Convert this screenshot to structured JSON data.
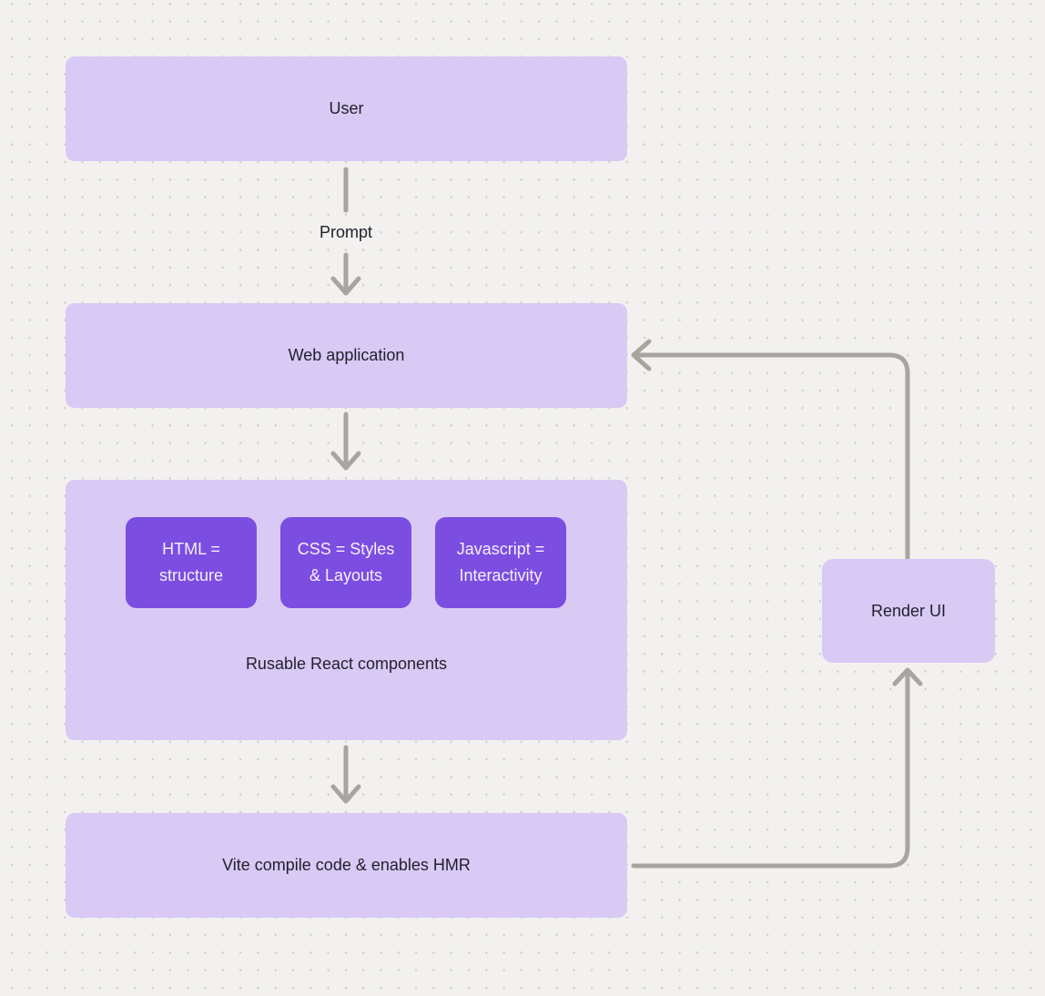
{
  "diagram": {
    "nodes": {
      "user": {
        "label": "User"
      },
      "web_application": {
        "label": "Web application"
      },
      "components_group": {
        "cards": [
          {
            "line1": "HTML =",
            "line2": "structure"
          },
          {
            "line1": "CSS = Styles",
            "line2": "& Layouts"
          },
          {
            "line1": "Javascript =",
            "line2": "Interactivity"
          }
        ],
        "caption": "Rusable React components"
      },
      "vite": {
        "label": "Vite compile code & enables HMR"
      },
      "render_ui": {
        "label": "Render UI"
      }
    },
    "edge_labels": {
      "prompt": "Prompt"
    }
  },
  "colors": {
    "canvas-bg": "#f2f1ef",
    "dot": "#d3d1cd",
    "node-fill": "#d8caf5",
    "card-fill": "#7c4de1",
    "ink": "#221e2b",
    "card-ink": "#f5f0ff",
    "arrow": "#a8a5a1"
  }
}
